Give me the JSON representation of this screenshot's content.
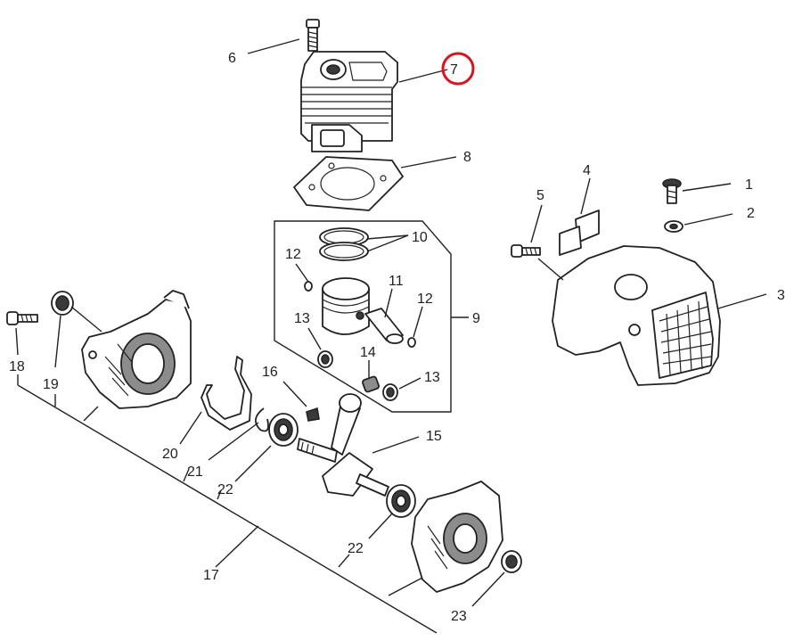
{
  "callouts": {
    "c1": "1",
    "c2": "2",
    "c3": "3",
    "c4": "4",
    "c5": "5",
    "c6": "6",
    "c7": "7",
    "c8": "8",
    "c9": "9",
    "c10": "10",
    "c11": "11",
    "c12a": "12",
    "c12b": "12",
    "c13a": "13",
    "c13b": "13",
    "c14": "14",
    "c15": "15",
    "c16": "16",
    "c17": "17",
    "c18": "18",
    "c19": "19",
    "c20": "20",
    "c21": "21",
    "c22a": "22",
    "c22b": "22",
    "c23": "23"
  },
  "highlight": {
    "callout": "7",
    "color": "#d9141a"
  }
}
